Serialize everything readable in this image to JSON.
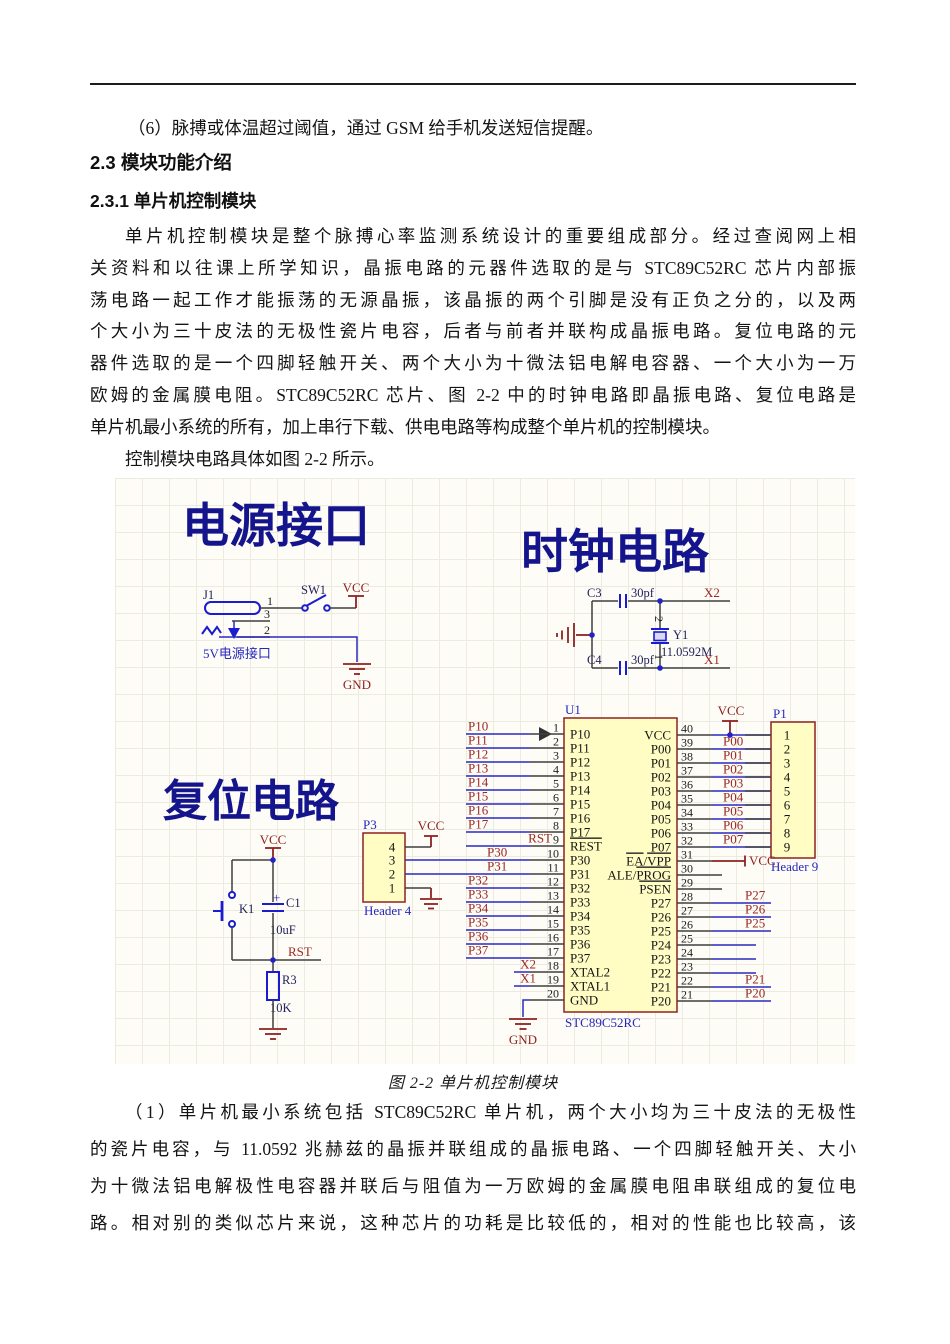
{
  "doc": {
    "item6": "（6）脉搏或体温超过阈值，通过 GSM 给手机发送短信提醒。",
    "heading_2_3": "2.3 模块功能介绍",
    "heading_2_3_1": "2.3.1 单片机控制模块",
    "para1_lines": [
      "单片机控制模块是整个脉搏心率监测系统设计的重要组成部分。经过查阅网上相",
      "关资料和以往课上所学知识，晶振电路的元器件选取的是与 STC89C52RC 芯片内部振",
      "荡电路一起工作才能振荡的无源晶振，该晶振的两个引脚是没有正负之分的，以及两",
      "个大小为三十皮法的无极性瓷片电容，后者与前者并联构成晶振电路。复位电路的元",
      "器件选取的是一个四脚轻触开关、两个大小为十微法铝电解电容器、一个大小为一万",
      "欧姆的金属膜电阻。STC89C52RC 芯片、图 2-2 中的时钟电路即晶振电路、复位电路是",
      "单片机最小系统的所有，加上串行下载、供电电路等构成整个单片机的控制模块。",
      "控制模块电路具体如图 2-2 所示。"
    ],
    "caption": "图 2-2 单片机控制模块",
    "para2_lines": [
      "（1）单片机最小系统包括 STC89C52RC 单片机，两个大小均为三十皮法的无极性",
      "的瓷片电容，与 11.0592 兆赫兹的晶振并联组成的晶振电路、一个四脚轻触开关、大小",
      "为十微法铝电解极性电容器并联后与阻值为一万欧姆的金属膜电阻串联组成的复位电",
      "路。相对别的类似芯片来说，这种芯片的功耗是比较低的，相对的性能也比较高，该"
    ]
  },
  "schematic": {
    "power": {
      "title": "电源接口",
      "j1": "J1",
      "sw1": "SW1",
      "vcc": "VCC",
      "gnd": "GND",
      "pin1": "1",
      "pin3": "3",
      "pin2": "2",
      "jack_label": "5V电源接口"
    },
    "clock": {
      "title": "时钟电路",
      "c3": "C3",
      "c3_val": "30pf",
      "c4": "C4",
      "c4_val": "30pf",
      "x2": "X2",
      "x1": "X1",
      "y1": "Y1",
      "y1_val": "11.0592M",
      "pin2": "2",
      "pin1": "1"
    },
    "reset": {
      "title": "复位电路",
      "vcc": "VCC",
      "k1": "K1",
      "c1": "C1",
      "plus": "+",
      "c1_val": "10uF",
      "rst": "RST",
      "r3": "R3",
      "r3_val": "10K"
    },
    "p3": {
      "ref": "P3",
      "name": "Header 4",
      "vcc": "VCC",
      "pins": [
        "4",
        "3",
        "2",
        "1"
      ]
    },
    "p1": {
      "ref": "P1",
      "name": "Header 9",
      "pins": [
        "1",
        "2",
        "3",
        "4",
        "5",
        "6",
        "7",
        "8",
        "9"
      ]
    },
    "u1": {
      "ref": "U1",
      "part": "STC89C52RC",
      "vcc_top": "VCC",
      "gnd": "GND",
      "left_pins": [
        {
          "num": "1",
          "name": "P10",
          "label": "P10",
          "wire": "net"
        },
        {
          "num": "2",
          "name": "P11",
          "label": "P11",
          "wire": "net"
        },
        {
          "num": "3",
          "name": "P12",
          "label": "P12",
          "wire": "net"
        },
        {
          "num": "4",
          "name": "P13",
          "label": "P13",
          "wire": "net"
        },
        {
          "num": "5",
          "name": "P14",
          "label": "P14",
          "wire": "net"
        },
        {
          "num": "6",
          "name": "P15",
          "label": "P15",
          "wire": "net"
        },
        {
          "num": "7",
          "name": "P16",
          "label": "P16",
          "wire": "net"
        },
        {
          "num": "8",
          "name": "P17",
          "label": "P17",
          "wire": "net"
        },
        {
          "num": "9",
          "name": "REST",
          "ol": [
            [
              0,
              4
            ]
          ],
          "label": "RST",
          "wire": "netr"
        },
        {
          "num": "10",
          "name": "P30",
          "label": "P30",
          "wire": "p3"
        },
        {
          "num": "11",
          "name": "P31",
          "label": "P31",
          "wire": "p3"
        },
        {
          "num": "12",
          "name": "P32",
          "label": "P32",
          "wire": "net"
        },
        {
          "num": "13",
          "name": "P33",
          "label": "P33",
          "wire": "net"
        },
        {
          "num": "14",
          "name": "P34",
          "label": "P34",
          "wire": "net"
        },
        {
          "num": "15",
          "name": "P35",
          "label": "P35",
          "wire": "net"
        },
        {
          "num": "16",
          "name": "P36",
          "label": "P36",
          "wire": "net"
        },
        {
          "num": "17",
          "name": "P37",
          "label": "P37",
          "wire": "net"
        },
        {
          "num": "18",
          "name": "XTAL2",
          "label": "X2",
          "wire": "short"
        },
        {
          "num": "19",
          "name": "XTAL1",
          "label": "X1",
          "wire": "short"
        },
        {
          "num": "20",
          "name": "GND",
          "label": "",
          "wire": "gnd"
        }
      ],
      "right_pins": [
        {
          "num": "40",
          "name": "VCC",
          "label": "",
          "wire": "vcctop"
        },
        {
          "num": "39",
          "name": "P00",
          "label": "P00",
          "wire": "hdr"
        },
        {
          "num": "38",
          "name": "P01",
          "label": "P01",
          "wire": "hdr"
        },
        {
          "num": "37",
          "name": "P02",
          "label": "P02",
          "wire": "hdr"
        },
        {
          "num": "36",
          "name": "P03",
          "label": "P03",
          "wire": "hdr"
        },
        {
          "num": "35",
          "name": "P04",
          "label": "P04",
          "wire": "hdr"
        },
        {
          "num": "34",
          "name": "P05",
          "label": "P05",
          "wire": "hdr"
        },
        {
          "num": "33",
          "name": "P06",
          "label": "P06",
          "wire": "hdr"
        },
        {
          "num": "32",
          "name": "P07",
          "label": "P07",
          "wire": "hdr"
        },
        {
          "num": "31",
          "name": "EA/VPP",
          "ol": [
            [
              0,
              2
            ],
            [
              3,
              6
            ]
          ],
          "label": "VCC",
          "wire": "vccport"
        },
        {
          "num": "30",
          "name": "ALE/PROG",
          "ol": [
            [
              4,
              8
            ]
          ],
          "label": "",
          "wire": "stub"
        },
        {
          "num": "29",
          "name": "PSEN",
          "ol": [
            [
              0,
              4
            ]
          ],
          "label": "",
          "wire": "stub"
        },
        {
          "num": "28",
          "name": "P27",
          "label": "P27",
          "wire": "netr"
        },
        {
          "num": "27",
          "name": "P26",
          "label": "P26",
          "wire": "netr"
        },
        {
          "num": "26",
          "name": "P25",
          "label": "P25",
          "wire": "netr"
        },
        {
          "num": "25",
          "name": "P24",
          "label": "",
          "wire": "shortw"
        },
        {
          "num": "24",
          "name": "P23",
          "label": "",
          "wire": "shortw"
        },
        {
          "num": "23",
          "name": "P22",
          "label": "",
          "wire": "shortw"
        },
        {
          "num": "22",
          "name": "P21",
          "label": "P21",
          "wire": "netr"
        },
        {
          "num": "21",
          "name": "P20",
          "label": "P20",
          "wire": "netr"
        }
      ]
    },
    "colors": {
      "wire_blue": "#2a2ac2",
      "net_label_red": "#9c2822",
      "component_fill": "#fffdc4",
      "component_border": "#8e2222",
      "section_title_blue": "#14148c",
      "power_red": "#8e1f1c"
    }
  }
}
